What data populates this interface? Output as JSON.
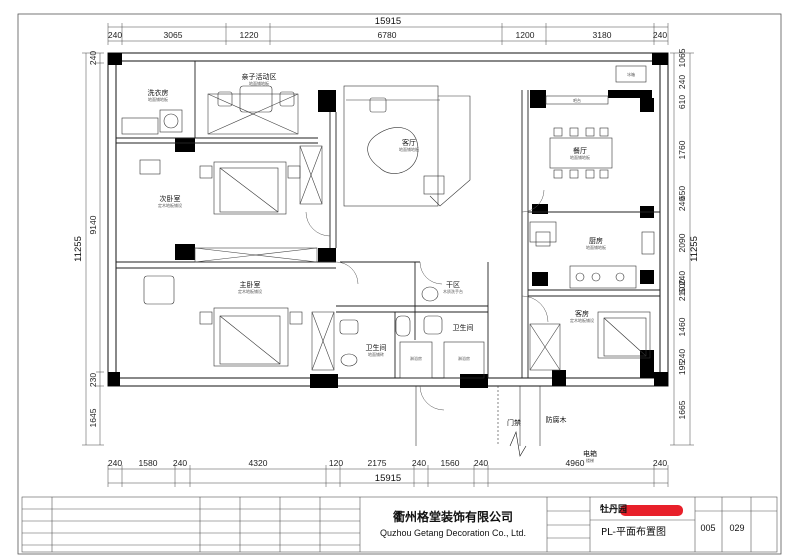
{
  "dims": {
    "top_total": "15915",
    "top": [
      "240",
      "3065",
      "1220",
      "6780",
      "1200",
      "3180",
      "240"
    ],
    "bottom_total": "15915",
    "bottom": [
      "240",
      "1580",
      "240",
      "4320",
      "120",
      "2175",
      "240",
      "1560",
      "240",
      "4960",
      "240"
    ],
    "left_total": "11255",
    "left": [
      "240",
      "9140",
      "230",
      "1645"
    ],
    "right_total": "11255",
    "right": [
      "1065",
      "240",
      "610",
      "1760",
      "650",
      "240",
      "2090",
      "240",
      "500",
      "210",
      "1460",
      "240",
      "195",
      "1665"
    ]
  },
  "rooms": {
    "laundry": {
      "name": "洗衣房",
      "sub": "地面铺地板"
    },
    "kids": {
      "name": "亲子活动区",
      "sub": "地面铺地板"
    },
    "living": {
      "name": "客厅",
      "sub": "地面铺地板"
    },
    "second_bed": {
      "name": "次卧室",
      "sub": "定木地板铺设"
    },
    "master_bed": {
      "name": "主卧室",
      "sub": "定木地板铺设"
    },
    "dining": {
      "name": "餐厅",
      "sub": "地面铺地板"
    },
    "kitchen": {
      "name": "厨房",
      "sub": "地面铺地板"
    },
    "guest": {
      "name": "客房",
      "sub": "定木地板铺设"
    },
    "bath1": {
      "name": "卫生间",
      "sub": "地面铺砖"
    },
    "bath2": {
      "name": "卫生间",
      "sub": ""
    },
    "dry": {
      "name": "干区",
      "sub": "木质洗手台"
    },
    "door": {
      "name": "门禁"
    },
    "shoe": {
      "name": "防腐木"
    },
    "meter": {
      "name": "电箱",
      "sub": "楼梯"
    },
    "fridge": {
      "name": "冰箱"
    },
    "counter": {
      "name": "吧台"
    },
    "shower1": {
      "name": "淋浴房"
    },
    "shower2": {
      "name": "淋浴房"
    }
  },
  "title_block": {
    "company_cn": "衢州格堂装饰有限公司",
    "company_en": "Quzhou Getang Decoration Co., Ltd.",
    "project": "牡丹园",
    "drawing": "PL-平面布置图",
    "no1": "005",
    "no2": "029"
  },
  "colors": {
    "wall": "#000000",
    "line": "#333333",
    "redact": "#e8202a",
    "dim": "#222222"
  }
}
